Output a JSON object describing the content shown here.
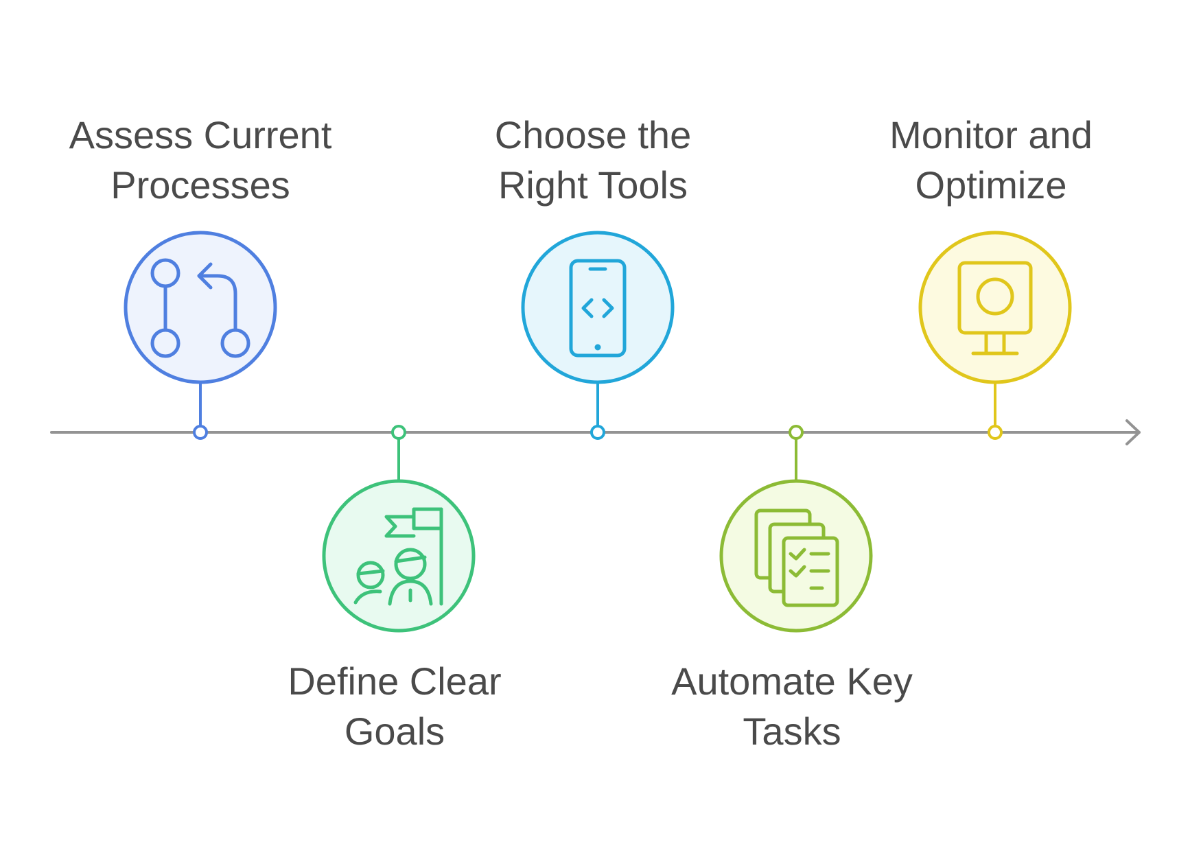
{
  "timeline": {
    "axis_color": "#939393",
    "steps": [
      {
        "id": "assess",
        "line1": "Assess Current",
        "line2": "Processes",
        "position": "above",
        "icon": "git-pull-request-icon",
        "color": "#4f7fe0",
        "fill": "#eef3fd"
      },
      {
        "id": "define",
        "line1": "Define Clear",
        "line2": "Goals",
        "position": "below",
        "icon": "team-goal-flag-icon",
        "color": "#3dc27a",
        "fill": "#e8faf0"
      },
      {
        "id": "choose",
        "line1": "Choose the",
        "line2": "Right Tools",
        "position": "above",
        "icon": "mobile-code-icon",
        "color": "#21a6d9",
        "fill": "#e6f6fc"
      },
      {
        "id": "automate",
        "line1": "Automate Key",
        "line2": "Tasks",
        "position": "below",
        "icon": "checklist-documents-icon",
        "color": "#8cbb35",
        "fill": "#f4fbe3"
      },
      {
        "id": "monitor",
        "line1": "Monitor and",
        "line2": "Optimize",
        "position": "above",
        "icon": "webcam-monitor-icon",
        "color": "#e0c61b",
        "fill": "#fdfae0"
      }
    ]
  }
}
